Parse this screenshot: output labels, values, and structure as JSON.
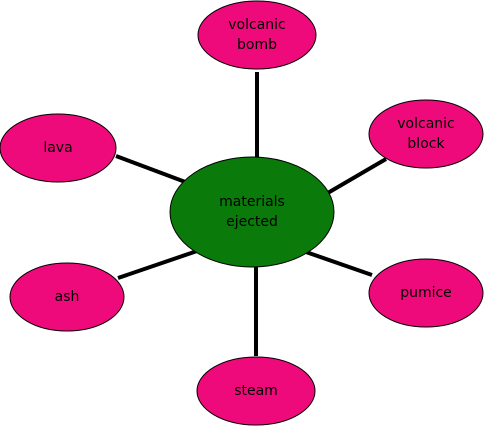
{
  "colors": {
    "center_fill": "#0a7a0a",
    "node_fill": "#ee0a7a",
    "line": "#000000",
    "text": "#000000"
  },
  "center": {
    "lines": [
      "materials",
      "ejected"
    ]
  },
  "nodes": [
    {
      "id": "volcanic-bomb",
      "lines": [
        "volcanic",
        "bomb"
      ]
    },
    {
      "id": "volcanic-block",
      "lines": [
        "volcanic",
        "block"
      ]
    },
    {
      "id": "pumice",
      "lines": [
        "pumice"
      ]
    },
    {
      "id": "steam",
      "lines": [
        "steam"
      ]
    },
    {
      "id": "ash",
      "lines": [
        "ash"
      ]
    },
    {
      "id": "lava",
      "lines": [
        "lava"
      ]
    }
  ]
}
